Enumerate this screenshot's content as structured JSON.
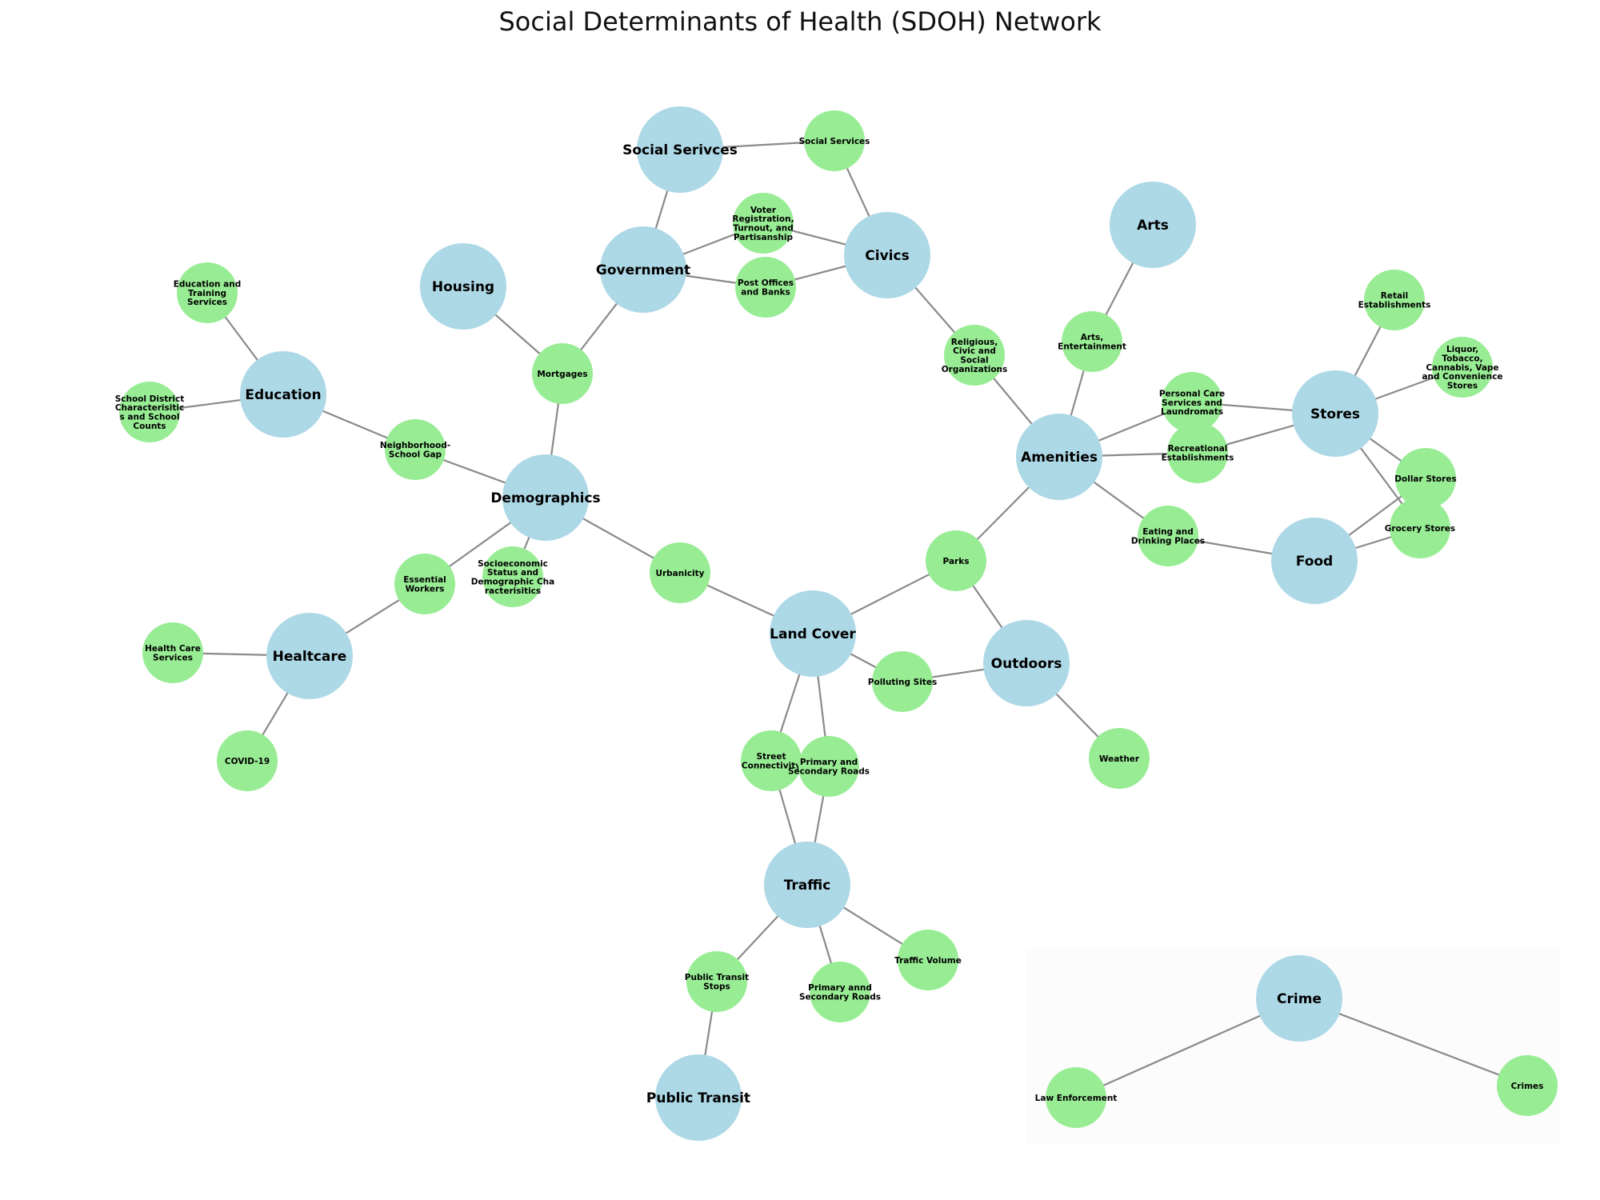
{
  "title": "Social Determinants of Health (SDOH) Network",
  "colors": {
    "category_node": "#add8e6",
    "subfactor_node": "#98ec94",
    "edge": "#8a8a8a"
  },
  "categories": [
    "Social Serivces",
    "Government",
    "Civics",
    "Housing",
    "Education",
    "Demographics",
    "Arts",
    "Amenities",
    "Stores",
    "Food",
    "Healtcare",
    "Land Cover",
    "Outdoors",
    "Traffic",
    "Public Transit",
    "Crime"
  ],
  "subfactors": [
    "Social Services",
    "Voter\nRegistration,\nTurnout, and\nPartisanship",
    "Post Offices\nand Banks",
    "Education and\nTraining\nServices",
    "School District\nCharacterisitic\ns and School\nCounts",
    "Mortgages",
    "Neighborhood-\nSchool Gap",
    "Religious,\nCivic and\nSocial\nOrganizations",
    "Arts,\nEntertainment",
    "Retail\nEstablishments",
    "Liquor,\nTobacco,\nCannabis, Vape\nand Convenience\nStores",
    "Personal Care\nServices and\nLaundromats",
    "Recreational\nEstablishments",
    "Dollar Stores",
    "Grocery Stores",
    "Eating and\nDrinking Places",
    "Essential\nWorkers",
    "Socioeconomic\nStatus and\nDemographic Cha\nracterisitics",
    "Urbanicity",
    "Parks",
    "Health Care\nServices",
    "COVID-19",
    "Polluting Sites",
    "Weather",
    "Street\nConnectivity",
    "Primary and\nSecondary Roads",
    "Traffic Volume",
    "Public Transit\nStops",
    "Primary annd\nSecondary Roads",
    "Law Enforcement",
    "Crimes"
  ],
  "edges": [
    [
      "Social Serivces",
      "Social Services"
    ],
    [
      "Social Serivces",
      "Government"
    ],
    [
      "Social Services",
      "Civics"
    ],
    [
      "Government",
      "Voter\nRegistration,\nTurnout, and\nPartisanship"
    ],
    [
      "Government",
      "Post Offices\nand Banks"
    ],
    [
      "Voter\nRegistration,\nTurnout, and\nPartisanship",
      "Civics"
    ],
    [
      "Post Offices\nand Banks",
      "Civics"
    ],
    [
      "Government",
      "Mortgages"
    ],
    [
      "Housing",
      "Mortgages"
    ],
    [
      "Mortgages",
      "Demographics"
    ],
    [
      "Civics",
      "Religious,\nCivic and\nSocial\nOrganizations"
    ],
    [
      "Religious,\nCivic and\nSocial\nOrganizations",
      "Amenities"
    ],
    [
      "Arts",
      "Arts,\nEntertainment"
    ],
    [
      "Arts,\nEntertainment",
      "Amenities"
    ],
    [
      "Education",
      "Education and\nTraining\nServices"
    ],
    [
      "Education",
      "School District\nCharacterisitic\ns and School\nCounts"
    ],
    [
      "Education",
      "Neighborhood-\nSchool Gap"
    ],
    [
      "Neighborhood-\nSchool Gap",
      "Demographics"
    ],
    [
      "Demographics",
      "Essential\nWorkers"
    ],
    [
      "Demographics",
      "Socioeconomic\nStatus and\nDemographic Cha\nracterisitics"
    ],
    [
      "Demographics",
      "Urbanicity"
    ],
    [
      "Essential\nWorkers",
      "Healtcare"
    ],
    [
      "Healtcare",
      "Health Care\nServices"
    ],
    [
      "Healtcare",
      "COVID-19"
    ],
    [
      "Urbanicity",
      "Land Cover"
    ],
    [
      "Land Cover",
      "Parks"
    ],
    [
      "Parks",
      "Amenities"
    ],
    [
      "Parks",
      "Outdoors"
    ],
    [
      "Land Cover",
      "Polluting Sites"
    ],
    [
      "Polluting Sites",
      "Outdoors"
    ],
    [
      "Outdoors",
      "Weather"
    ],
    [
      "Amenities",
      "Personal Care\nServices and\nLaundromats"
    ],
    [
      "Amenities",
      "Recreational\nEstablishments"
    ],
    [
      "Amenities",
      "Eating and\nDrinking Places"
    ],
    [
      "Personal Care\nServices and\nLaundromats",
      "Stores"
    ],
    [
      "Recreational\nEstablishments",
      "Stores"
    ],
    [
      "Stores",
      "Retail\nEstablishments"
    ],
    [
      "Stores",
      "Liquor,\nTobacco,\nCannabis, Vape\nand Convenience\nStores"
    ],
    [
      "Stores",
      "Dollar Stores"
    ],
    [
      "Stores",
      "Grocery Stores"
    ],
    [
      "Dollar Stores",
      "Food"
    ],
    [
      "Grocery Stores",
      "Food"
    ],
    [
      "Eating and\nDrinking Places",
      "Food"
    ],
    [
      "Land Cover",
      "Street\nConnectivity"
    ],
    [
      "Land Cover",
      "Primary and\nSecondary Roads"
    ],
    [
      "Street\nConnectivity",
      "Traffic"
    ],
    [
      "Primary and\nSecondary Roads",
      "Traffic"
    ],
    [
      "Traffic",
      "Traffic Volume"
    ],
    [
      "Traffic",
      "Public Transit\nStops"
    ],
    [
      "Traffic",
      "Primary annd\nSecondary Roads"
    ],
    [
      "Public Transit\nStops",
      "Public Transit"
    ],
    [
      "Crime",
      "Law Enforcement"
    ],
    [
      "Crime",
      "Crimes"
    ]
  ]
}
